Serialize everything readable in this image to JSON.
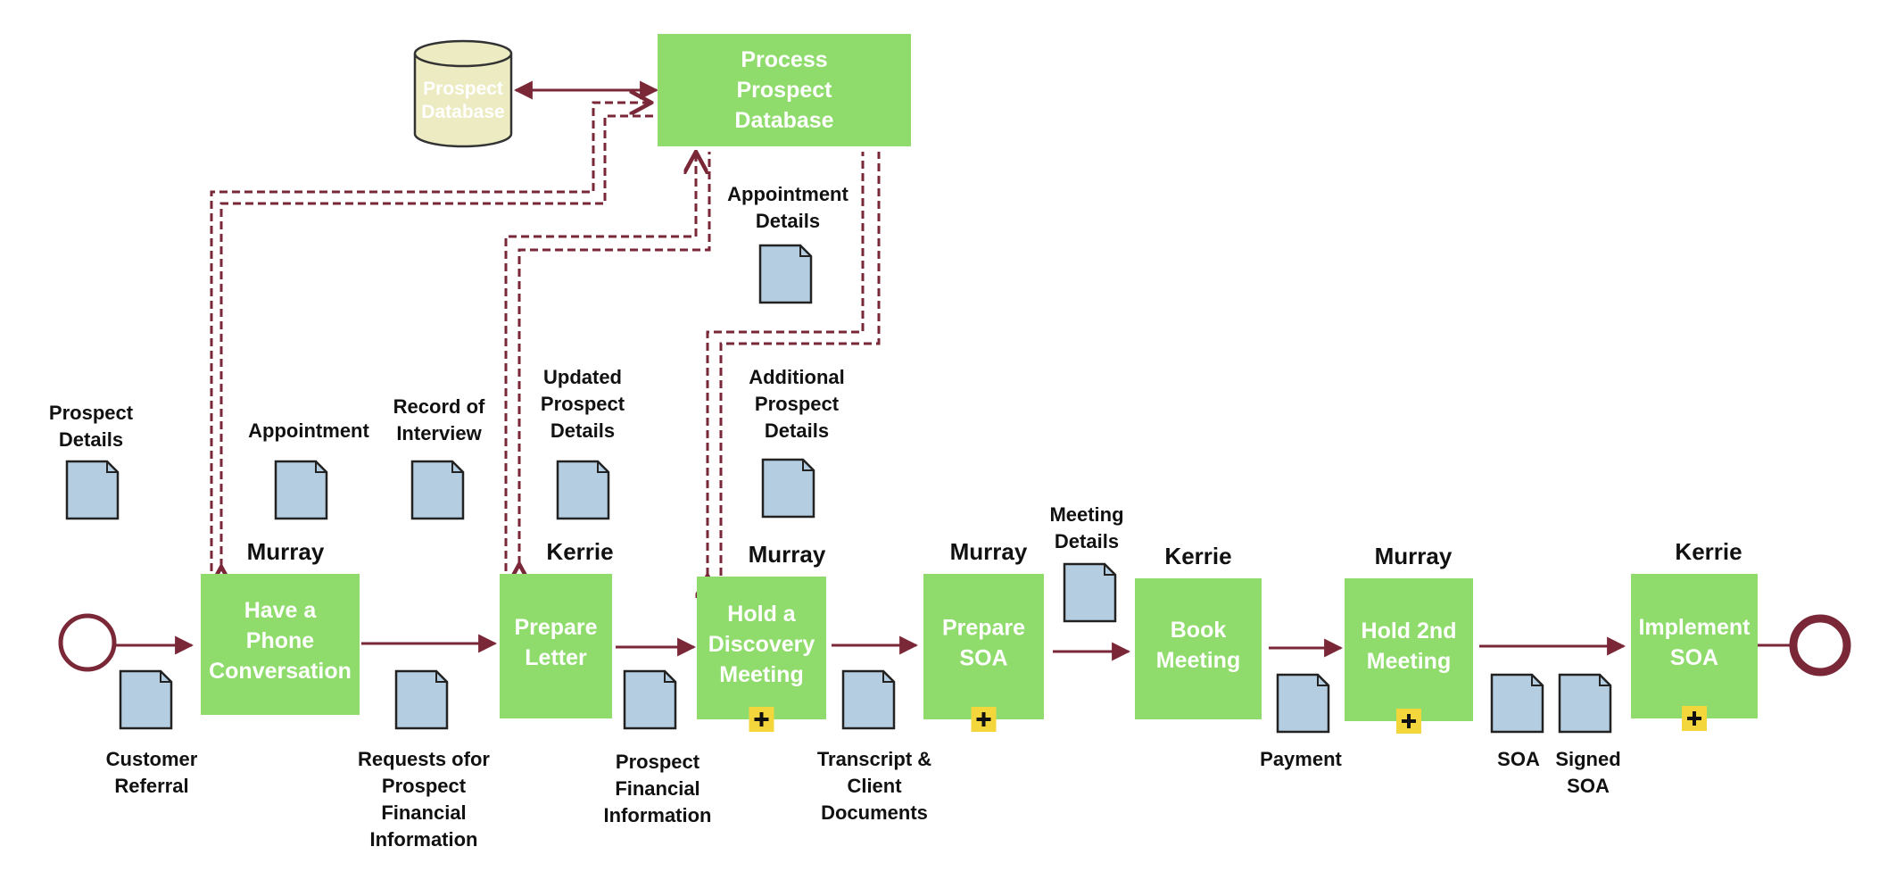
{
  "colors": {
    "task_fill": "#8fdc6c",
    "doc_fill": "#b4cde0",
    "flow": "#7a2738",
    "marker_fill": "#f3d63c",
    "database_fill": "#ecebc2"
  },
  "database": {
    "label_lines": [
      "Prospect",
      "Database"
    ]
  },
  "process_db": {
    "label_lines": [
      "Process",
      "Prospect",
      "Database"
    ]
  },
  "tasks": [
    {
      "id": "phone",
      "label_lines": [
        "Have a",
        "Phone",
        "Conversation"
      ],
      "role": "Murray",
      "subprocess": false
    },
    {
      "id": "letter",
      "label_lines": [
        "Prepare",
        "Letter"
      ],
      "role": "Kerrie",
      "subprocess": false
    },
    {
      "id": "discovery",
      "label_lines": [
        "Hold a",
        "Discovery",
        "Meeting"
      ],
      "role": "Murray",
      "subprocess": true
    },
    {
      "id": "soa",
      "label_lines": [
        "Prepare",
        "SOA"
      ],
      "role": "Murray",
      "subprocess": true
    },
    {
      "id": "book",
      "label_lines": [
        "Book",
        "Meeting"
      ],
      "role": "Kerrie",
      "subprocess": false
    },
    {
      "id": "second",
      "label_lines": [
        "Hold 2nd",
        "Meeting"
      ],
      "role": "Murray",
      "subprocess": true
    },
    {
      "id": "implement",
      "label_lines": [
        "Implement",
        "SOA"
      ],
      "role": "Kerrie",
      "subprocess": true
    }
  ],
  "documents": [
    {
      "id": "prospect-details",
      "label_lines": [
        "Prospect",
        "Details"
      ]
    },
    {
      "id": "appointment",
      "label_lines": [
        "Appointment"
      ]
    },
    {
      "id": "record-of-interview",
      "label_lines": [
        "Record of",
        "Interview"
      ]
    },
    {
      "id": "updated-prospect-details",
      "label_lines": [
        "Updated",
        "Prospect",
        "Details"
      ]
    },
    {
      "id": "appointment-details",
      "label_lines": [
        "Appointment",
        "Details"
      ]
    },
    {
      "id": "additional-prospect-details",
      "label_lines": [
        "Additional",
        "Prospect",
        "Details"
      ]
    },
    {
      "id": "meeting-details",
      "label_lines": [
        "Meeting",
        "Details"
      ]
    },
    {
      "id": "customer-referral",
      "label_lines": [
        "Customer",
        "Referral"
      ]
    },
    {
      "id": "requests-prospect-financial",
      "label_lines": [
        "Requests ofor",
        "Prospect",
        "Financial",
        "Information"
      ]
    },
    {
      "id": "prospect-financial-information",
      "label_lines": [
        "Prospect",
        "Financial",
        "Information"
      ]
    },
    {
      "id": "transcript-client-documents",
      "label_lines": [
        "Transcript &",
        "Client",
        "Documents"
      ]
    },
    {
      "id": "payment",
      "label_lines": [
        "Payment"
      ]
    },
    {
      "id": "soa",
      "label_lines": [
        "SOA"
      ]
    },
    {
      "id": "signed-soa",
      "label_lines": [
        "Signed",
        "SOA"
      ]
    }
  ]
}
